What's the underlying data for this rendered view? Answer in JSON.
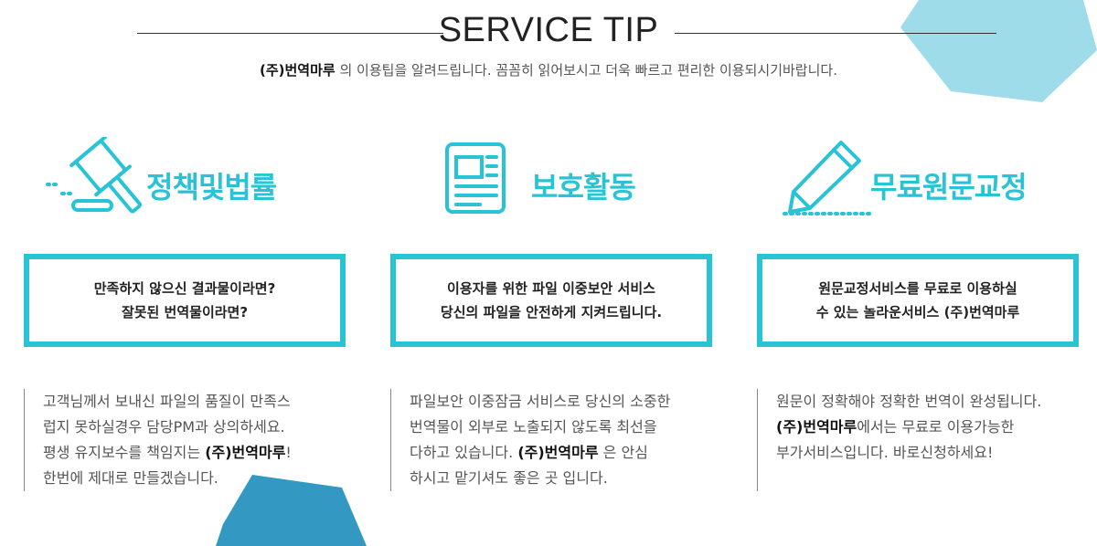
{
  "header": {
    "title": "SERVICE TIP",
    "subtitle_brand": "(주)번역마루",
    "subtitle_text": " 의 이용팁을 알려드립니다. 꼼꼼히 읽어보시고 더욱 빠르고 편리한 이용되시기바랍니다."
  },
  "colors": {
    "accent": "#29c3d6",
    "shape_light": "#9fdcea",
    "shape_dark": "#3399c3"
  },
  "columns": [
    {
      "icon": "gavel-icon",
      "title": "정책및법률",
      "box": [
        "만족하지 않으신 결과물이라면?",
        "잘못된 번역물이라면?"
      ],
      "lines": [
        {
          "pre": "고객님께서 보내신 파일의 품질이 만족스",
          "brand": "",
          "post": ""
        },
        {
          "pre": "럽지 못하실경우 담당PM과 상의하세요.",
          "brand": "",
          "post": ""
        },
        {
          "pre": "평생 유지보수를 책임지는 ",
          "brand": "(주)번역마루",
          "post": "!"
        },
        {
          "pre": "한번에 제대로 만들겠습니다.",
          "brand": "",
          "post": ""
        }
      ]
    },
    {
      "icon": "newspaper-icon",
      "title": "보호활동",
      "box": [
        "이용자를 위한 파일 이중보안 서비스",
        "당신의 파일을 안전하게 지켜드립니다."
      ],
      "lines": [
        {
          "pre": "파일보안 이중잠금 서비스로 당신의 소중한",
          "brand": "",
          "post": ""
        },
        {
          "pre": "번역물이 외부로 노출되지 않도록 최선을",
          "brand": "",
          "post": ""
        },
        {
          "pre": "다하고 있습니다. ",
          "brand": "(주)번역마루",
          "post": " 은 안심"
        },
        {
          "pre": "하시고 맡기셔도 좋은 곳 입니다.",
          "brand": "",
          "post": ""
        }
      ]
    },
    {
      "icon": "pencil-icon",
      "title": "무료원문교정",
      "box": [
        "원문교정서비스를 무료로 이용하실",
        "수 있는 놀라운서비스 (주)번역마루"
      ],
      "lines": [
        {
          "pre": "원문이 정확해야 정확한 번역이 완성됩니다.",
          "brand": "",
          "post": ""
        },
        {
          "pre": "",
          "brand": "(주)번역마루",
          "post": "에서는 무료로 이용가능한"
        },
        {
          "pre": "부가서비스입니다. 바로신청하세요!",
          "brand": "",
          "post": ""
        }
      ]
    }
  ]
}
